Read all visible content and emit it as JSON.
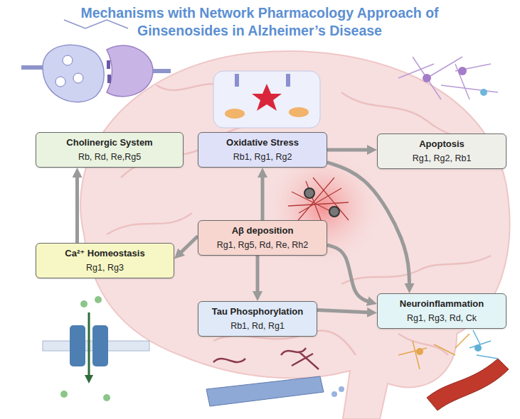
{
  "diagram": {
    "title": "Mechanisms with Network Pharmacology Approach of Ginsenosides in Alzheimer’s Disease",
    "nodes": [
      {
        "text": [
          "Cholinergic System",
          "Rb, Rd, Re,Rg5"
        ]
      },
      {
        "text": [
          "Oxidative Stress",
          "Rb1, Rg1, Rg2"
        ]
      },
      {
        "text": [
          "Apoptosis",
          "Rg1, Rg2, Rb1"
        ]
      },
      {
        "text": [
          "Aβ deposition",
          "Rg1, Rg5, Rd, Re, Rh2"
        ]
      },
      {
        "text": [
          "Ca²⁺ Homeostasis",
          "Rg1, Rg3"
        ]
      },
      {
        "text": [
          "Neuroinflammation",
          "Rg1, Rg3, Rd, Ck"
        ]
      },
      {
        "text": [
          "Tau Phosphorylation",
          "Rb1, Rd, Rg1"
        ]
      }
    ],
    "edges": [
      {
        "from": 4,
        "to": 0,
        "arrow": "to"
      },
      {
        "from": 3,
        "to": 1,
        "arrow": "to"
      },
      {
        "from": 3,
        "to": 4,
        "arrow": "to"
      },
      {
        "from": 3,
        "to": 6,
        "arrow": "to"
      },
      {
        "from": 3,
        "to": 5,
        "arrow": "to"
      },
      {
        "from": 1,
        "to": 2,
        "arrow": "to"
      },
      {
        "from": 1,
        "to": 5,
        "arrow": "to"
      },
      {
        "from": 6,
        "to": 5,
        "arrow": "to"
      }
    ]
  }
}
